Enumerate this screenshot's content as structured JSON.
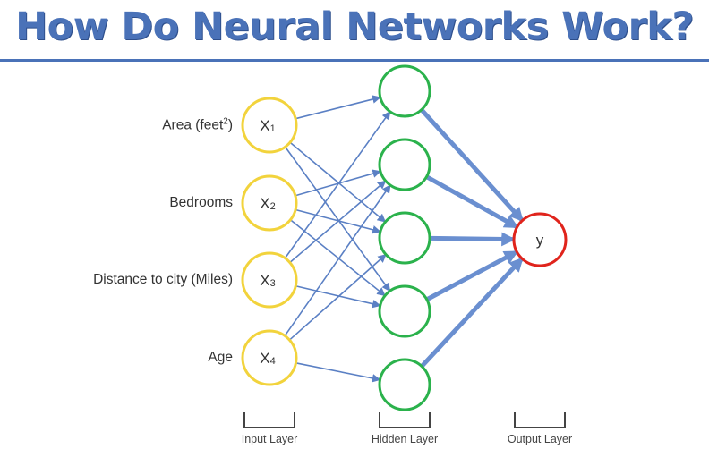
{
  "title": "How Do Neural Networks Work?",
  "inputs": [
    {
      "label": "Area (feet",
      "label_sup": "2",
      "label_suffix": ")",
      "node": "X",
      "sub": "1"
    },
    {
      "label": "Bedrooms",
      "node": "X",
      "sub": "2"
    },
    {
      "label": "Distance to city (Miles)",
      "node": "X",
      "sub": "3"
    },
    {
      "label": "Age",
      "node": "X",
      "sub": "4"
    }
  ],
  "output": {
    "label": "y"
  },
  "layers": {
    "input": "Input Layer",
    "hidden": "Hidden Layer",
    "output": "Output Layer"
  },
  "colors": {
    "title": "#4a72b8",
    "input_node": "#f2d33c",
    "hidden_node": "#2bb24c",
    "output_node": "#e0241c",
    "edge": "#5b80c4"
  }
}
